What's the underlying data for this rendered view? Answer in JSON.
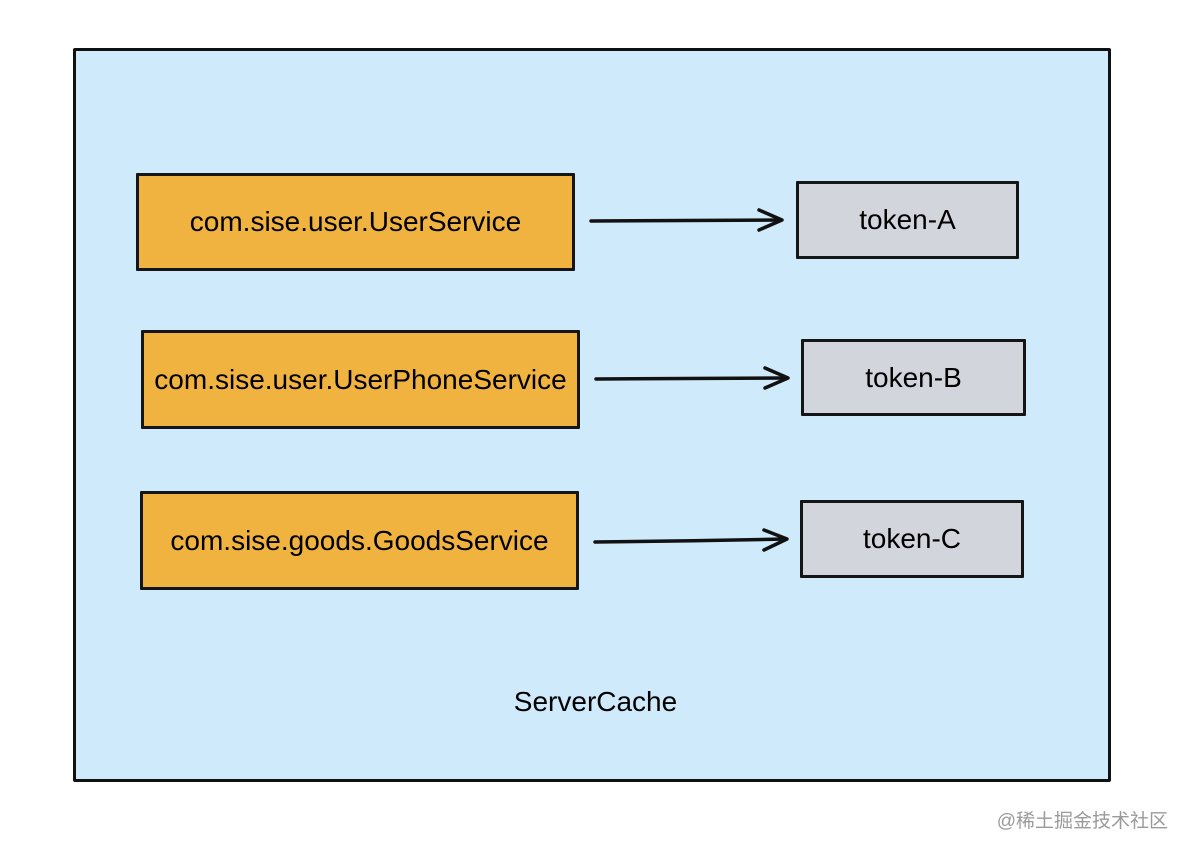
{
  "container": {
    "label": "ServerCache",
    "fill": "#cfeafb"
  },
  "mappings": [
    {
      "service": "com.sise.user.UserService",
      "token": "token-A"
    },
    {
      "service": "com.sise.user.UserPhoneService",
      "token": "token-B"
    },
    {
      "service": "com.sise.goods.GoodsService",
      "token": "token-C"
    }
  ],
  "colors": {
    "service_fill": "#f0b33f",
    "token_fill": "#d3d5dc",
    "stroke": "#151515"
  },
  "watermark": "@稀土掘金技术社区"
}
